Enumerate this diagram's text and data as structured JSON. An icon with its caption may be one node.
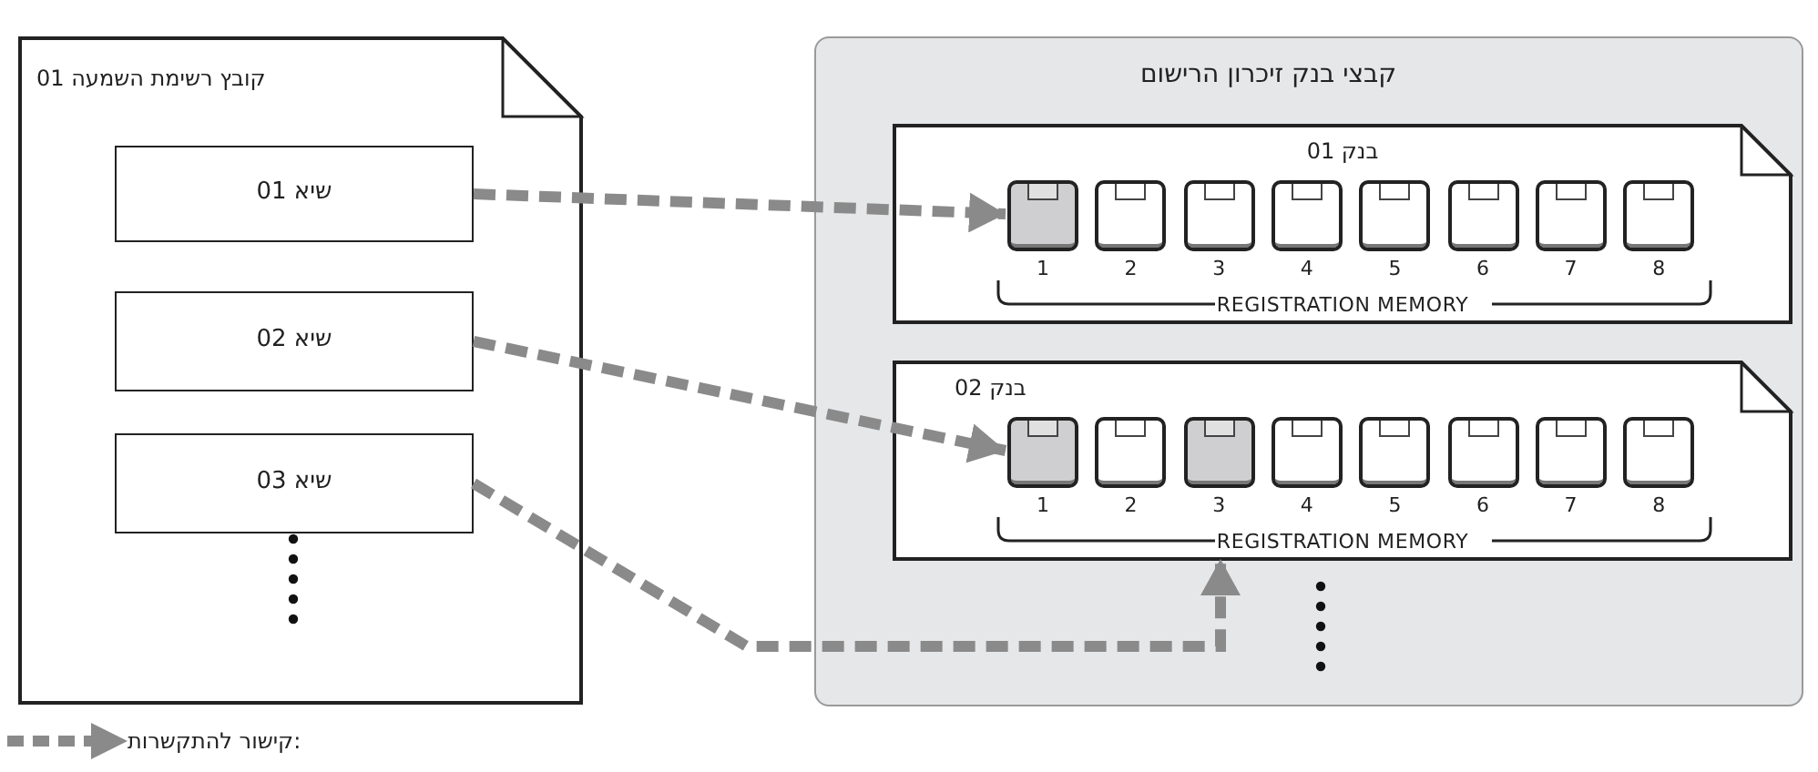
{
  "diagram": {
    "nodes": [
      {
        "text": [
          "קובץ רשימת השמעה 01"
        ]
      },
      {
        "text": [
          "שיא 01"
        ],
        "in": 0
      },
      {
        "text": [
          "שיא 02"
        ],
        "in": 0
      },
      {
        "text": [
          "שיא 03"
        ],
        "in": 0
      },
      {
        "text": [
          "קבצי בנק זיכרון הרישום"
        ]
      },
      {
        "text": [
          "בנק 01"
        ],
        "in": 4
      },
      {
        "text": [],
        "shape": "box",
        "in": 5,
        "beside": [
          "1"
        ]
      },
      {
        "text": [],
        "shape": "box",
        "in": 5,
        "beside": [
          "2"
        ]
      },
      {
        "text": [],
        "shape": "box",
        "in": 5,
        "beside": [
          "3"
        ]
      },
      {
        "text": [],
        "shape": "box",
        "in": 5,
        "beside": [
          "4"
        ]
      },
      {
        "text": [],
        "shape": "box",
        "in": 5,
        "beside": [
          "5"
        ]
      },
      {
        "text": [],
        "shape": "box",
        "in": 5,
        "beside": [
          "6"
        ]
      },
      {
        "text": [],
        "shape": "box",
        "in": 5,
        "beside": [
          "7"
        ]
      },
      {
        "text": [],
        "shape": "box",
        "in": 5,
        "beside": [
          "8"
        ]
      },
      {
        "text": [
          "בנק 02"
        ],
        "in": 4
      },
      {
        "text": [],
        "shape": "box",
        "in": 14,
        "beside": [
          "1"
        ]
      },
      {
        "text": [],
        "shape": "box",
        "in": 14,
        "beside": [
          "2"
        ]
      },
      {
        "text": [],
        "shape": "box",
        "in": 14,
        "beside": [
          "3"
        ]
      },
      {
        "text": [],
        "shape": "box",
        "in": 14,
        "beside": [
          "4"
        ]
      },
      {
        "text": [],
        "shape": "box",
        "in": 14,
        "beside": [
          "5"
        ]
      },
      {
        "text": [],
        "shape": "box",
        "in": 14,
        "beside": [
          "6"
        ]
      },
      {
        "text": [],
        "shape": "box",
        "in": 14,
        "beside": [
          "7"
        ]
      },
      {
        "text": [],
        "shape": "box",
        "in": 14,
        "beside": [
          "8"
        ]
      }
    ],
    "edges": [
      {
        "from": 1,
        "to": 6,
        "arrow": "to",
        "style": "dashed"
      },
      {
        "from": 2,
        "to": 15,
        "arrow": "to",
        "style": "dashed"
      },
      {
        "from": 3,
        "to": 14,
        "arrow": "to",
        "style": "dashed"
      }
    ],
    "labels": [
      "REGISTRATION MEMORY",
      "REGISTRATION MEMORY"
    ],
    "legend": [
      {
        "text": "קישור להתקשרות:"
      }
    ]
  }
}
